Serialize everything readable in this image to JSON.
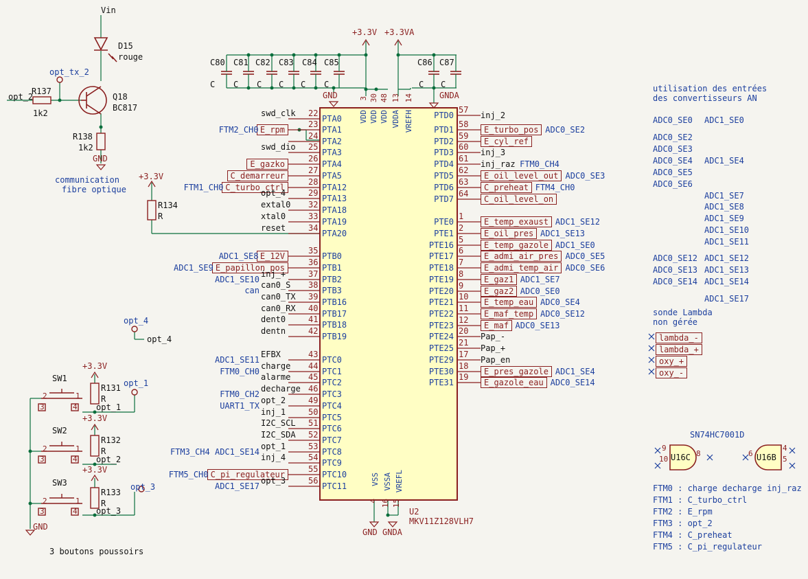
{
  "power": {
    "vin": "Vin",
    "v33": "+3.3V",
    "v33a": "+3.3VA",
    "gnd": "GND",
    "gnda": "GNDA"
  },
  "capacitors": {
    "refs": [
      "C80",
      "C81",
      "C82",
      "C83",
      "C84",
      "C85",
      "C86",
      "C87"
    ],
    "value": "C"
  },
  "led": {
    "ref": "D15",
    "value": "rouge"
  },
  "transistor": {
    "ref": "Q18",
    "value": "BC817"
  },
  "r137": {
    "ref": "R137",
    "value": "1k2"
  },
  "r138": {
    "ref": "R138",
    "value": "1k2"
  },
  "r134": {
    "ref": "R134",
    "value": "R"
  },
  "opt_tx2": {
    "label": "opt_tx_2",
    "net": "opt_2"
  },
  "comm_note": [
    "communication",
    "fibre optique"
  ],
  "opt4": {
    "tp": "opt_4",
    "net": "opt_4"
  },
  "buttons": {
    "note": "3 boutons poussoirs",
    "items": [
      {
        "sw": "SW1",
        "r": "R131",
        "rv": "R",
        "tp": "opt_1",
        "net": "opt_1"
      },
      {
        "sw": "SW2",
        "r": "R132",
        "rv": "R",
        "tp": "",
        "net": "opt_2"
      },
      {
        "sw": "SW3",
        "r": "R133",
        "rv": "R",
        "tp": "opt_3",
        "net": "opt_3"
      }
    ],
    "pins": [
      "1",
      "2",
      "3",
      "4"
    ]
  },
  "mcu": {
    "ref": "U2",
    "value": "MKV11Z128VLH7"
  },
  "top_pins": [
    {
      "name": "VDD",
      "num": "3"
    },
    {
      "name": "VDD",
      "num": "30"
    },
    {
      "name": "VDD",
      "num": "48"
    },
    {
      "name": "VDDA",
      "num": "13"
    },
    {
      "name": "VREFH",
      "num": "14"
    }
  ],
  "bottom_pins": [
    {
      "name": "VSS",
      "num": "4"
    },
    {
      "name": "VSSA",
      "num": "16"
    },
    {
      "name": "VREFL",
      "num": "15"
    }
  ],
  "left_pins": [
    {
      "name": "PTA0",
      "num": "22",
      "net": "swd_clk",
      "label": "",
      "tag": ""
    },
    {
      "name": "PTA1",
      "num": "23",
      "net": "",
      "label": "E_rpm",
      "tag": "FTM2_CH0"
    },
    {
      "name": "PTA2",
      "num": "24",
      "net": "",
      "label": "",
      "tag": ""
    },
    {
      "name": "PTA3",
      "num": "25",
      "net": "swd_dio",
      "label": "",
      "tag": ""
    },
    {
      "name": "PTA4",
      "num": "26",
      "net": "",
      "label": "E_gazko",
      "tag": ""
    },
    {
      "name": "PTA5",
      "num": "27",
      "net": "",
      "label": "C_demarreur",
      "tag": ""
    },
    {
      "name": "PTA12",
      "num": "28",
      "net": "",
      "label": "C_turbo_ctrl",
      "tag": "FTM1_CH0"
    },
    {
      "name": "PTA13",
      "num": "29",
      "net": "opt_4",
      "label": "",
      "tag": ""
    },
    {
      "name": "PTA18",
      "num": "32",
      "net": "extal0",
      "label": "",
      "tag": ""
    },
    {
      "name": "PTA19",
      "num": "33",
      "net": "xtal0",
      "label": "",
      "tag": ""
    },
    {
      "name": "PTA20",
      "num": "34",
      "net": "reset",
      "label": "",
      "tag": ""
    },
    {
      "name": "PTB0",
      "num": "35",
      "net": "",
      "label": "E_12V",
      "tag": "ADC1_SE8"
    },
    {
      "name": "PTB1",
      "num": "36",
      "net": "",
      "label": "E_papillon_pos",
      "tag": "ADC1_SE9"
    },
    {
      "name": "PTB2",
      "num": "37",
      "net": "inj_+",
      "label": "",
      "tag": "ADC1_SE10"
    },
    {
      "name": "PTB3",
      "num": "38",
      "net": "can0_S",
      "label": "",
      "tag": "can"
    },
    {
      "name": "PTB16",
      "num": "39",
      "net": "can0_TX",
      "label": "",
      "tag": ""
    },
    {
      "name": "PTB17",
      "num": "40",
      "net": "can0_RX",
      "label": "",
      "tag": ""
    },
    {
      "name": "PTB18",
      "num": "41",
      "net": "dent0",
      "label": "",
      "tag": ""
    },
    {
      "name": "PTB19",
      "num": "42",
      "net": "dentn",
      "label": "",
      "tag": ""
    },
    {
      "name": "PTC0",
      "num": "43",
      "net": "EFBX",
      "label": "",
      "tag": "ADC1_SE11"
    },
    {
      "name": "PTC1",
      "num": "44",
      "net": "charge",
      "label": "",
      "tag": "FTM0_CH0"
    },
    {
      "name": "PTC2",
      "num": "45",
      "net": "alarme",
      "label": "",
      "tag": ""
    },
    {
      "name": "PTC3",
      "num": "46",
      "net": "decharge",
      "label": "",
      "tag": "FTM0_CH2"
    },
    {
      "name": "PTC4",
      "num": "49",
      "net": "opt_2",
      "label": "",
      "tag": "UART1_TX"
    },
    {
      "name": "PTC5",
      "num": "50",
      "net": "inj_1",
      "label": "",
      "tag": ""
    },
    {
      "name": "PTC6",
      "num": "51",
      "net": "I2C_SCL",
      "label": "",
      "tag": ""
    },
    {
      "name": "PTC7",
      "num": "52",
      "net": "I2C_SDA",
      "label": "",
      "tag": ""
    },
    {
      "name": "PTC8",
      "num": "53",
      "net": "opt_1",
      "label": "",
      "tag": "FTM3_CH4 ADC1_SE14"
    },
    {
      "name": "PTC9",
      "num": "54",
      "net": "inj_4",
      "label": "",
      "tag": ""
    },
    {
      "name": "PTC10",
      "num": "55",
      "net": "",
      "label": "C_pi_regulateur",
      "tag": "FTM5_CH0"
    },
    {
      "name": "PTC11",
      "num": "56",
      "net": "opt_3",
      "label": "",
      "tag": "ADC1_SE17"
    }
  ],
  "right_pins": [
    {
      "name": "PTD0",
      "num": "57",
      "net": "inj_2",
      "label": "",
      "tag": ""
    },
    {
      "name": "PTD1",
      "num": "58",
      "net": "",
      "label": "E_turbo_pos",
      "tag": "ADC0_SE2"
    },
    {
      "name": "PTD2",
      "num": "59",
      "net": "",
      "label": "E_cyl_ref",
      "tag": ""
    },
    {
      "name": "PTD3",
      "num": "60",
      "net": "inj_3",
      "label": "",
      "tag": ""
    },
    {
      "name": "PTD4",
      "num": "61",
      "net": "inj_raz",
      "label": "",
      "tag": "FTM0_CH4"
    },
    {
      "name": "PTD5",
      "num": "62",
      "net": "",
      "label": "E_oil_level_out",
      "tag": "ADC0_SE3"
    },
    {
      "name": "PTD6",
      "num": "63",
      "net": "",
      "label": "C_preheat",
      "tag": "FTM4_CH0"
    },
    {
      "name": "PTD7",
      "num": "64",
      "net": "",
      "label": "C_oil_level_on",
      "tag": ""
    },
    {
      "name": "PTE0",
      "num": "1",
      "net": "",
      "label": "E_temp_exaust",
      "tag": "ADC1_SE12"
    },
    {
      "name": "PTE1",
      "num": "2",
      "net": "",
      "label": "E_oil_pres",
      "tag": "ADC1_SE13"
    },
    {
      "name": "PTE16",
      "num": "5",
      "net": "",
      "label": "E_temp_gazole",
      "tag": "ADC1_SE0"
    },
    {
      "name": "PTE17",
      "num": "6",
      "net": "",
      "label": "E_admi_air_pres",
      "tag": "ADC0_SE5"
    },
    {
      "name": "PTE18",
      "num": "7",
      "net": "",
      "label": "E_admi_temp_air",
      "tag": "ADC0_SE6"
    },
    {
      "name": "PTE19",
      "num": "8",
      "net": "",
      "label": "E_gaz1",
      "tag": "ADC1_SE7"
    },
    {
      "name": "PTE20",
      "num": "9",
      "net": "",
      "label": "E_gaz2",
      "tag": "ADC0_SE0"
    },
    {
      "name": "PTE21",
      "num": "10",
      "net": "",
      "label": "E_temp_eau",
      "tag": "ADC0_SE4"
    },
    {
      "name": "PTE22",
      "num": "11",
      "net": "",
      "label": "E_maf_temp",
      "tag": "ADC0_SE12"
    },
    {
      "name": "PTE23",
      "num": "12",
      "net": "",
      "label": "E_maf",
      "tag": "ADC0_SE13"
    },
    {
      "name": "PTE24",
      "num": "20",
      "net": "Pap_-",
      "label": "",
      "tag": ""
    },
    {
      "name": "PTE25",
      "num": "21",
      "net": "Pap_+",
      "label": "",
      "tag": ""
    },
    {
      "name": "PTE29",
      "num": "17",
      "net": "Pap_en",
      "label": "",
      "tag": ""
    },
    {
      "name": "PTE30",
      "num": "18",
      "net": "",
      "label": "E_pres_gazole",
      "tag": "ADC1_SE4"
    },
    {
      "name": "PTE31",
      "num": "19",
      "net": "",
      "label": "E_gazole_eau",
      "tag": "ADC0_SE14"
    }
  ],
  "adc_note": {
    "title": [
      "utilisation des entrées",
      "des convertisseurs AN"
    ],
    "col0": [
      "ADC0_SE0",
      "ADC0_SE2",
      "ADC0_SE3",
      "ADC0_SE4",
      "ADC0_SE5",
      "ADC0_SE6",
      "ADC0_SE12",
      "ADC0_SE13",
      "ADC0_SE14"
    ],
    "col1": [
      "ADC1_SE0",
      "ADC1_SE4",
      "ADC1_SE7",
      "ADC1_SE8",
      "ADC1_SE9",
      "ADC1_SE10",
      "ADC1_SE11",
      "ADC1_SE12",
      "ADC1_SE13",
      "ADC1_SE14",
      "ADC1_SE17"
    ]
  },
  "lambda": {
    "note": [
      "sonde Lambda",
      "non gérée"
    ],
    "labels": [
      "lambda_-",
      "lambda_+",
      "oxy_+",
      "oxy_-"
    ]
  },
  "gates": {
    "title": "SN74HC7001D",
    "u16c": {
      "ref": "U16C",
      "pins": [
        "9",
        "10",
        "8"
      ]
    },
    "u16b": {
      "ref": "U16B",
      "pins": [
        "6",
        "4",
        "5"
      ]
    }
  },
  "ftm_note": [
    "FTM0 : charge decharge inj_raz",
    "FTM1 : C_turbo_ctrl",
    "FTM2 : E_rpm",
    "FTM3 : opt_2",
    "FTM4 : C_preheat",
    "FTM5 : C_pi_regulateur"
  ]
}
